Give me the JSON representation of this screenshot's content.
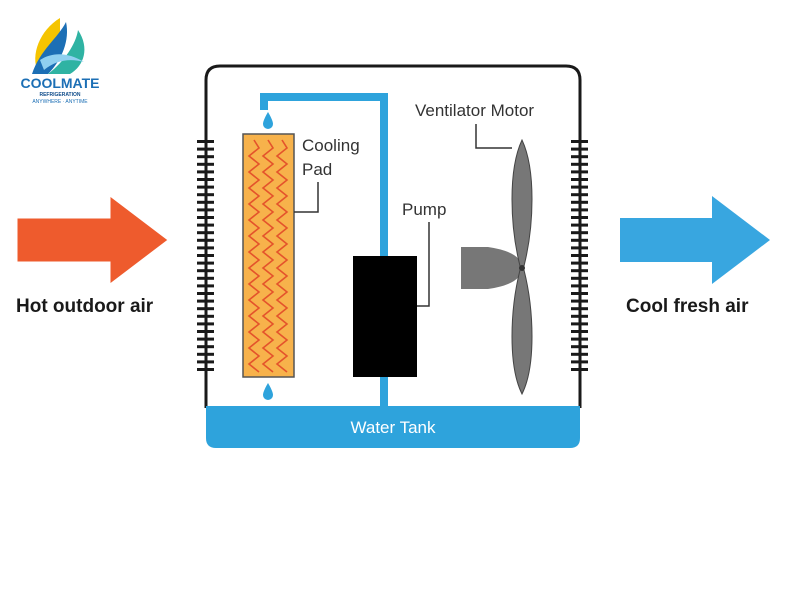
{
  "logo": {
    "name": "COOLMATE",
    "subtitle": "REFRIGERATION",
    "tagline": "ANYWHERE · ANYTIME",
    "colors": {
      "blue": "#1c6fb5",
      "teal": "#2fb3a3",
      "yellow": "#f5c400",
      "dark": "#0f4c8a"
    }
  },
  "labels": {
    "hot_air": "Hot outdoor air",
    "cool_air": "Cool fresh air",
    "cooling_pad_line1": "Cooling",
    "cooling_pad_line2": "Pad",
    "pump": "Pump",
    "ventilator_motor": "Ventilator Motor",
    "water_tank": "Water Tank"
  },
  "colors": {
    "hot_arrow": "#ee5b2d",
    "cool_arrow": "#38a6e0",
    "water": "#2ea3dc",
    "pad_fill": "#f7b24b",
    "pad_zigzag": "#e4532b",
    "pump": "#000000",
    "fan": "#777777",
    "outline": "#1a1a1a"
  },
  "icons": {
    "hot_arrow": "arrow-right-icon",
    "cool_arrow": "arrow-right-icon",
    "drop": "water-drop-icon",
    "fan": "fan-blade-icon"
  }
}
